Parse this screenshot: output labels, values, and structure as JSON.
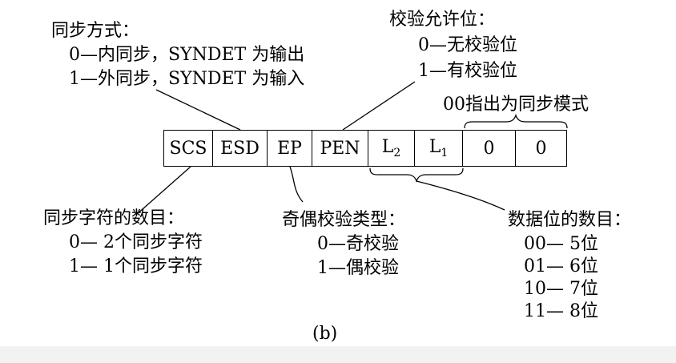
{
  "sync_mode": {
    "title": "同步方式：",
    "opt0": "0—内同步，SYNDET 为输出",
    "opt1": "1—外同步，SYNDET 为输入"
  },
  "parity_enable": {
    "title": "校验允许位：",
    "opt0": "0—无校验位",
    "opt1": "1—有校验位"
  },
  "sync_note": "00指出为同步模式",
  "register": {
    "scs": "SCS",
    "esd": "ESD",
    "ep": "EP",
    "pen": "PEN",
    "l2_base": "L",
    "l2_sub": "2",
    "l1_base": "L",
    "l1_sub": "1",
    "bit1": "0",
    "bit0": "0"
  },
  "sync_chars": {
    "title": "同步字符的数目：",
    "opt0": "0— 2个同步字符",
    "opt1": "1— 1个同步字符"
  },
  "parity_type": {
    "title": "奇偶校验类型：",
    "opt0": "0—奇校验",
    "opt1": "1—偶校验"
  },
  "data_bits": {
    "title": "数据位的数目：",
    "opt00": "00— 5位",
    "opt01": "01— 6位",
    "opt10": "10— 7位",
    "opt11": "11— 8位"
  },
  "caption": "(b)"
}
